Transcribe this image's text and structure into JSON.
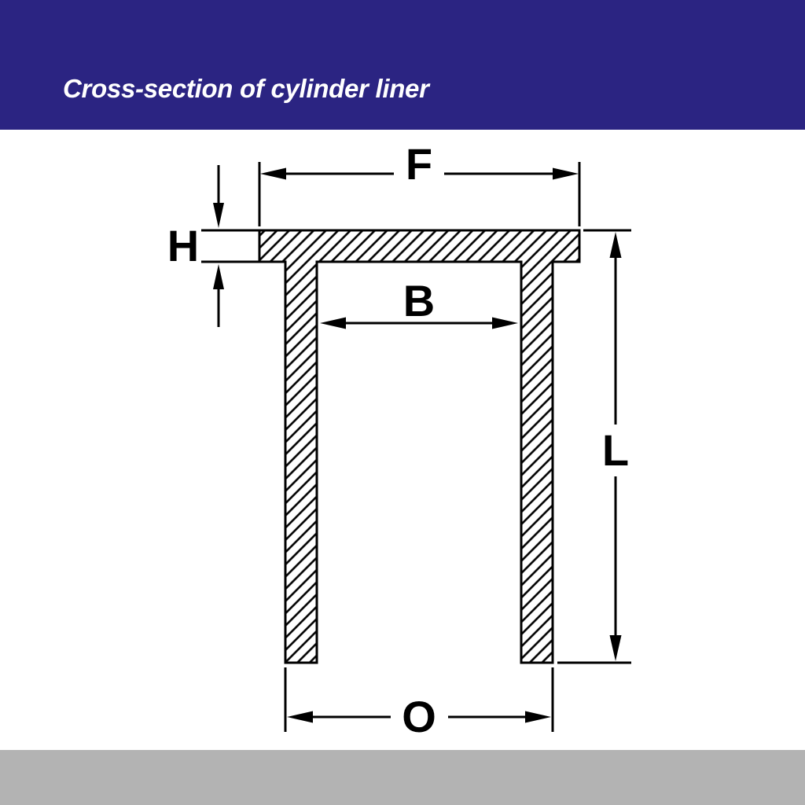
{
  "header": {
    "title": "Cross-section of cylinder liner",
    "bg_color": "#2b2482",
    "text_color": "#ffffff"
  },
  "footer": {
    "bg_color": "#b3b3b3"
  },
  "diagram": {
    "description": "cylinder-liner-cross-section",
    "line_color": "#000000",
    "labels": {
      "flange_diameter": "F",
      "flange_height": "H",
      "bore_diameter": "B",
      "total_length": "L",
      "outer_diameter": "O"
    }
  }
}
